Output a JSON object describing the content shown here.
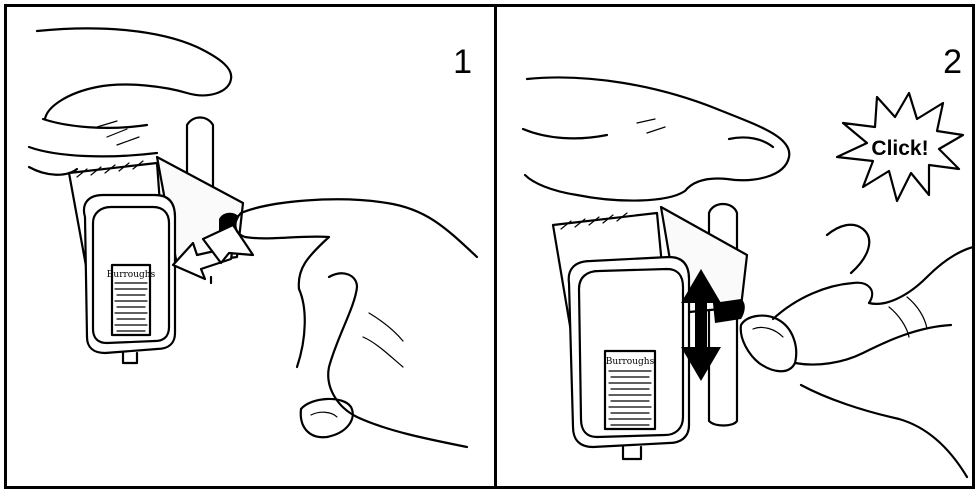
{
  "panels": [
    {
      "step": "1",
      "label_brand": "Burroughs"
    },
    {
      "step": "2",
      "label_brand": "Burroughs",
      "callout": "Click!"
    }
  ]
}
